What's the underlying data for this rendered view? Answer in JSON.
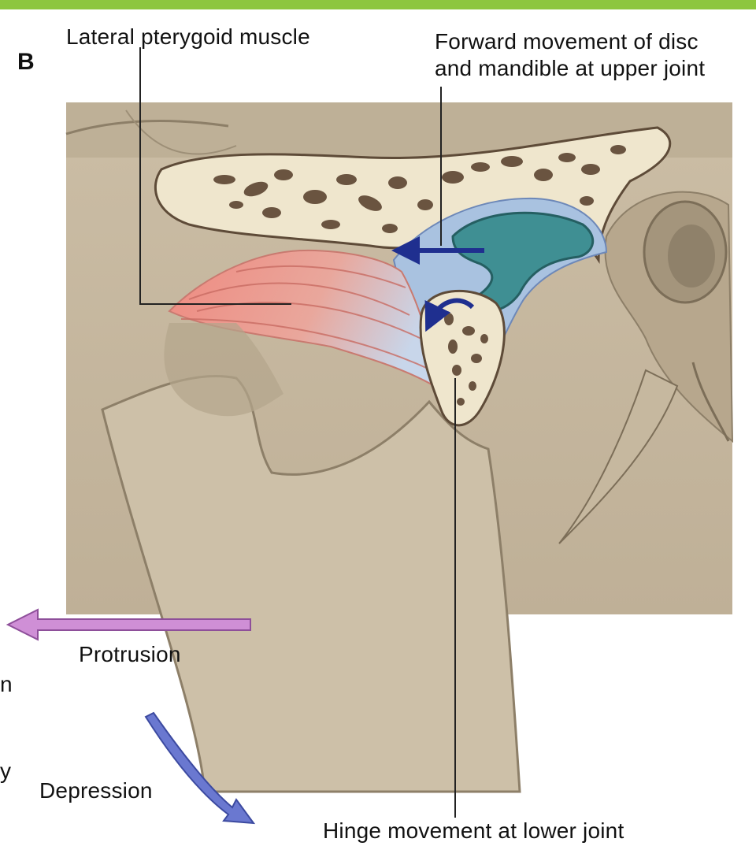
{
  "panel_letter": "B",
  "labels": {
    "lateral_pterygoid": "Lateral pterygoid muscle",
    "forward_movement_line1": "Forward movement of disc",
    "forward_movement_line2": "and mandible at upper joint",
    "protrusion": "Protrusion",
    "depression": "Depression",
    "hinge": "Hinge movement at lower joint",
    "edge_fragment_1": "n",
    "edge_fragment_2": "y"
  },
  "colors": {
    "header_bar": "#8dc63f",
    "bone": "#c9bba3",
    "bone_shadow": "#a89a82",
    "cancellous_bone": "#efe6cd",
    "trabecula": "#5e4b38",
    "muscle": "#e98a80",
    "disc": "#3f8f93",
    "capsule": "#a9c2e0",
    "movement_arrow": "#1f2f8f",
    "protrusion_arrow": "#cf8fd6",
    "depression_arrow": "#6a78d0"
  }
}
